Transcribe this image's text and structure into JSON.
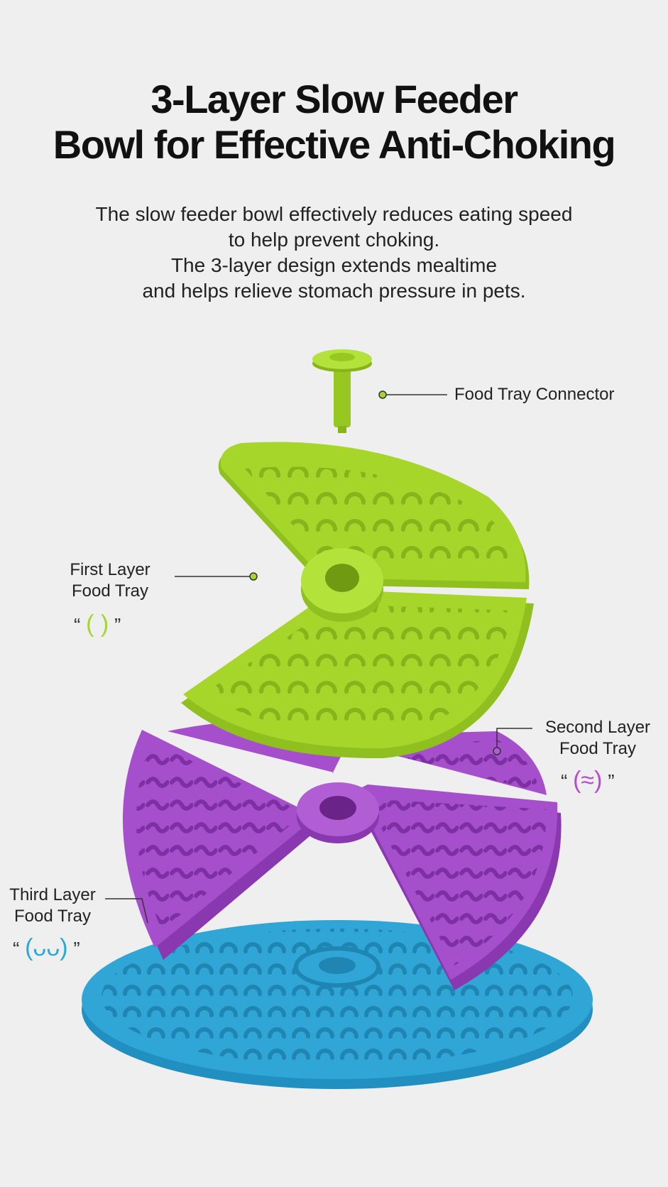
{
  "title": {
    "line1": "3-Layer Slow Feeder",
    "line2": "Bowl for Effective Anti-Choking"
  },
  "description": {
    "lines": [
      "The slow feeder bowl effectively reduces eating speed",
      "to help prevent choking.",
      "The 3-layer design extends mealtime",
      "and helps relieve stomach pressure in pets."
    ]
  },
  "callouts": {
    "connector": {
      "label": "Food Tray Connector"
    },
    "first": {
      "line1": "First Layer",
      "line2": "Food Tray",
      "open_quote": "“",
      "close_quote": "”",
      "symbol": "( )",
      "symbol_color": "#a6d62a"
    },
    "second": {
      "line1": "Second Layer",
      "line2": "Food Tray",
      "open_quote": "“",
      "close_quote": "”",
      "symbol": "(≈)",
      "symbol_color": "#b84ad6"
    },
    "third": {
      "line1": "Third Layer",
      "line2": "Food Tray",
      "open_quote": "“",
      "close_quote": "”",
      "symbol": "(ᴗᴗ)",
      "symbol_color": "#2aa8d8"
    }
  },
  "colors": {
    "background": "#efefef",
    "green_tray": "#a6d62a",
    "purple_tray": "#a64fcc",
    "blue_tray": "#2fa6d6",
    "connector": "#a6d62a"
  }
}
